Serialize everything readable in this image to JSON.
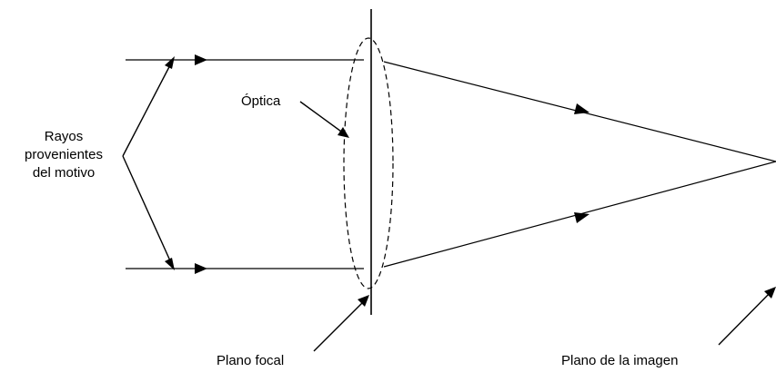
{
  "labels": {
    "rays_line1": "Rayos",
    "rays_line2": "provenientes",
    "rays_line3": "del motivo",
    "optics": "Óptica",
    "focal_plane": "Plano focal",
    "image_plane": "Plano de la imagen"
  },
  "colors": {
    "stroke": "#000000",
    "background": "#ffffff"
  }
}
